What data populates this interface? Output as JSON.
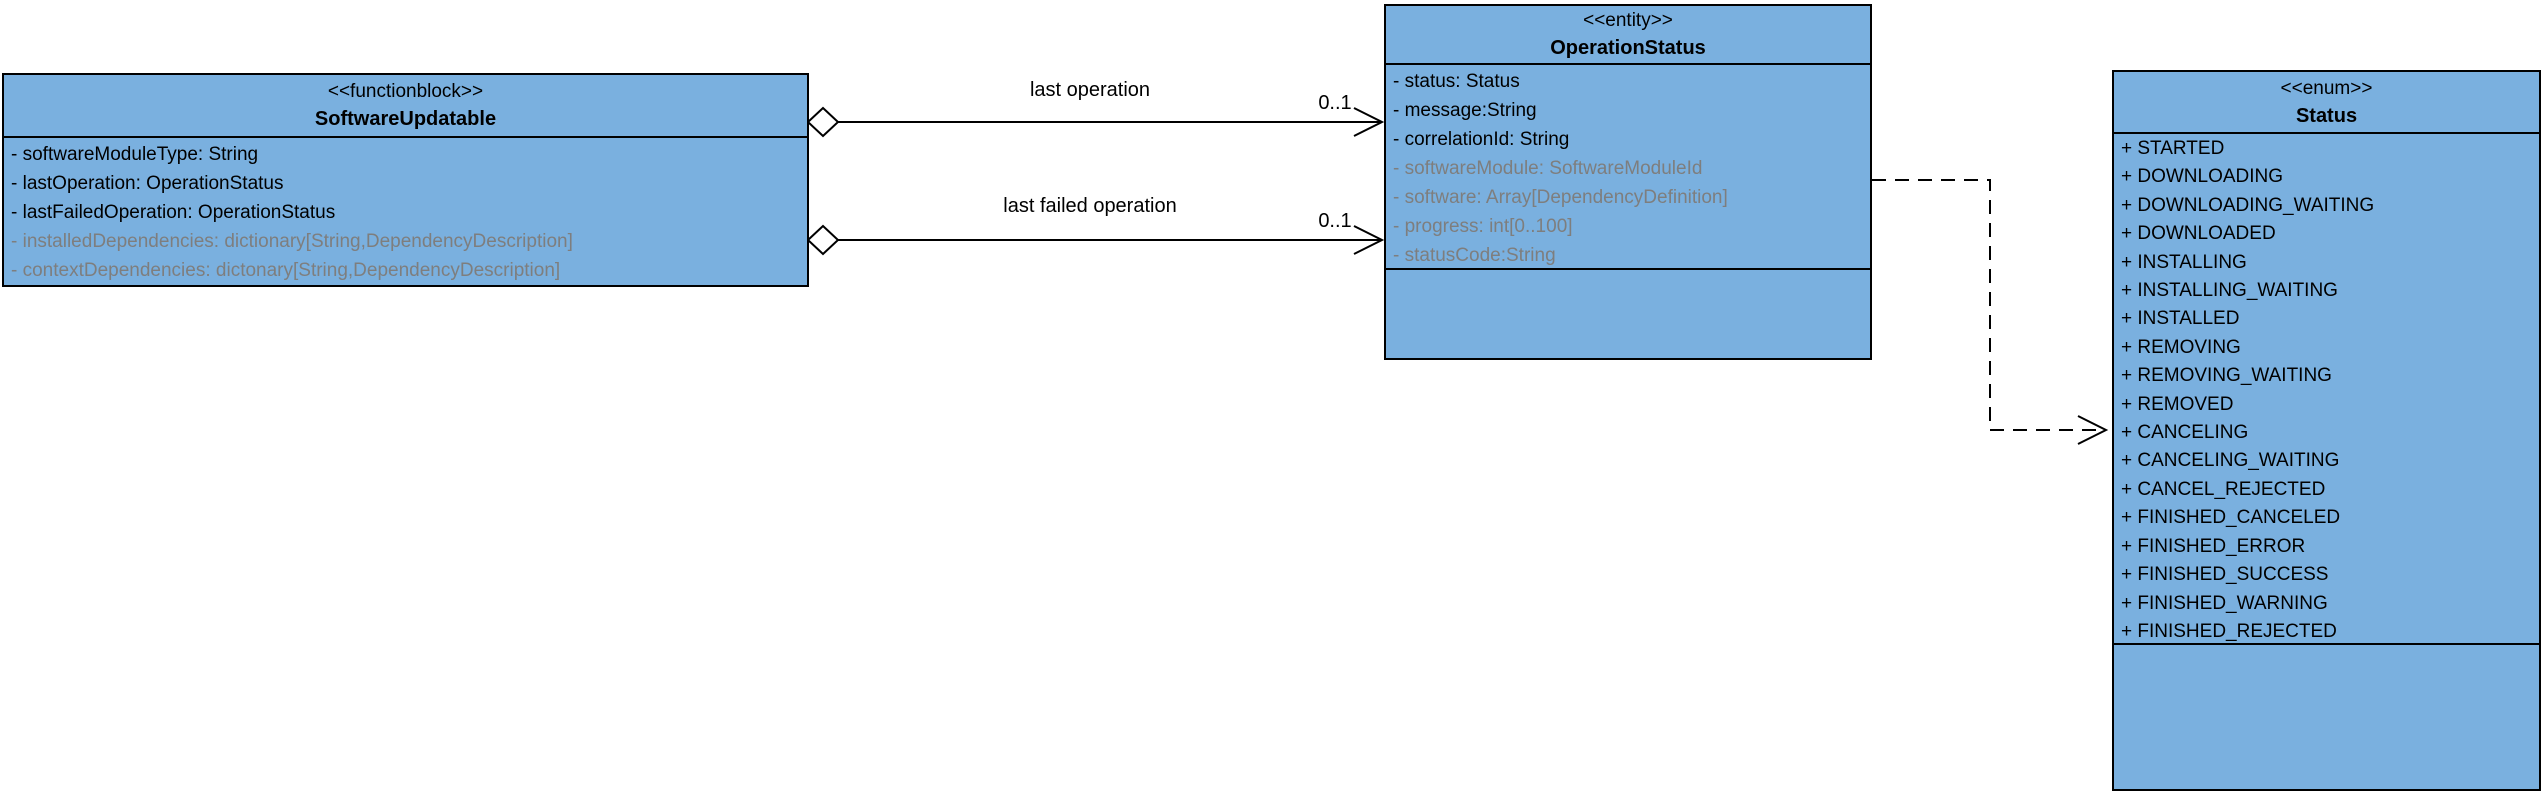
{
  "colors": {
    "box_fill": "#7AB0DF",
    "box_border": "#000000",
    "text": "#000000",
    "muted_text": "#7E7E7E"
  },
  "classes": {
    "software_updatable": {
      "stereotype": "<<functionblock>>",
      "name": "SoftwareUpdatable",
      "attributes": [
        "- softwareModuleType: String",
        "- lastOperation: OperationStatus",
        "- lastFailedOperation: OperationStatus",
        "- installedDependencies: dictionary[String,DependencyDescription]",
        "- contextDependencies: dictonary[String,DependencyDescription]"
      ]
    },
    "operation_status": {
      "stereotype": "<<entity>>",
      "name": "OperationStatus",
      "attributes": [
        "- status: Status",
        "- message:String",
        "- correlationId: String",
        "- softwareModule: SoftwareModuleId",
        "- software: Array[DependencyDefinition]",
        "- progress: int[0..100]",
        "- statusCode:String"
      ]
    },
    "status_enum": {
      "stereotype": "<<enum>>",
      "name": "Status",
      "literals": [
        "+ STARTED",
        "+ DOWNLOADING",
        "+ DOWNLOADING_WAITING",
        "+ DOWNLOADED",
        "+ INSTALLING",
        "+ INSTALLING_WAITING",
        "+ INSTALLED",
        "+ REMOVING",
        "+ REMOVING_WAITING",
        "+ REMOVED",
        "+ CANCELING",
        "+ CANCELING_WAITING",
        "+ CANCEL_REJECTED",
        "+ FINISHED_CANCELED",
        "+ FINISHED_ERROR",
        "+ FINISHED_SUCCESS",
        "+ FINISHED_WARNING",
        "+ FINISHED_REJECTED"
      ]
    }
  },
  "connectors": {
    "last_operation": {
      "label": "last operation",
      "multiplicity": "0..1"
    },
    "last_failed_operation": {
      "label": "last failed operation",
      "multiplicity": "0..1"
    }
  }
}
